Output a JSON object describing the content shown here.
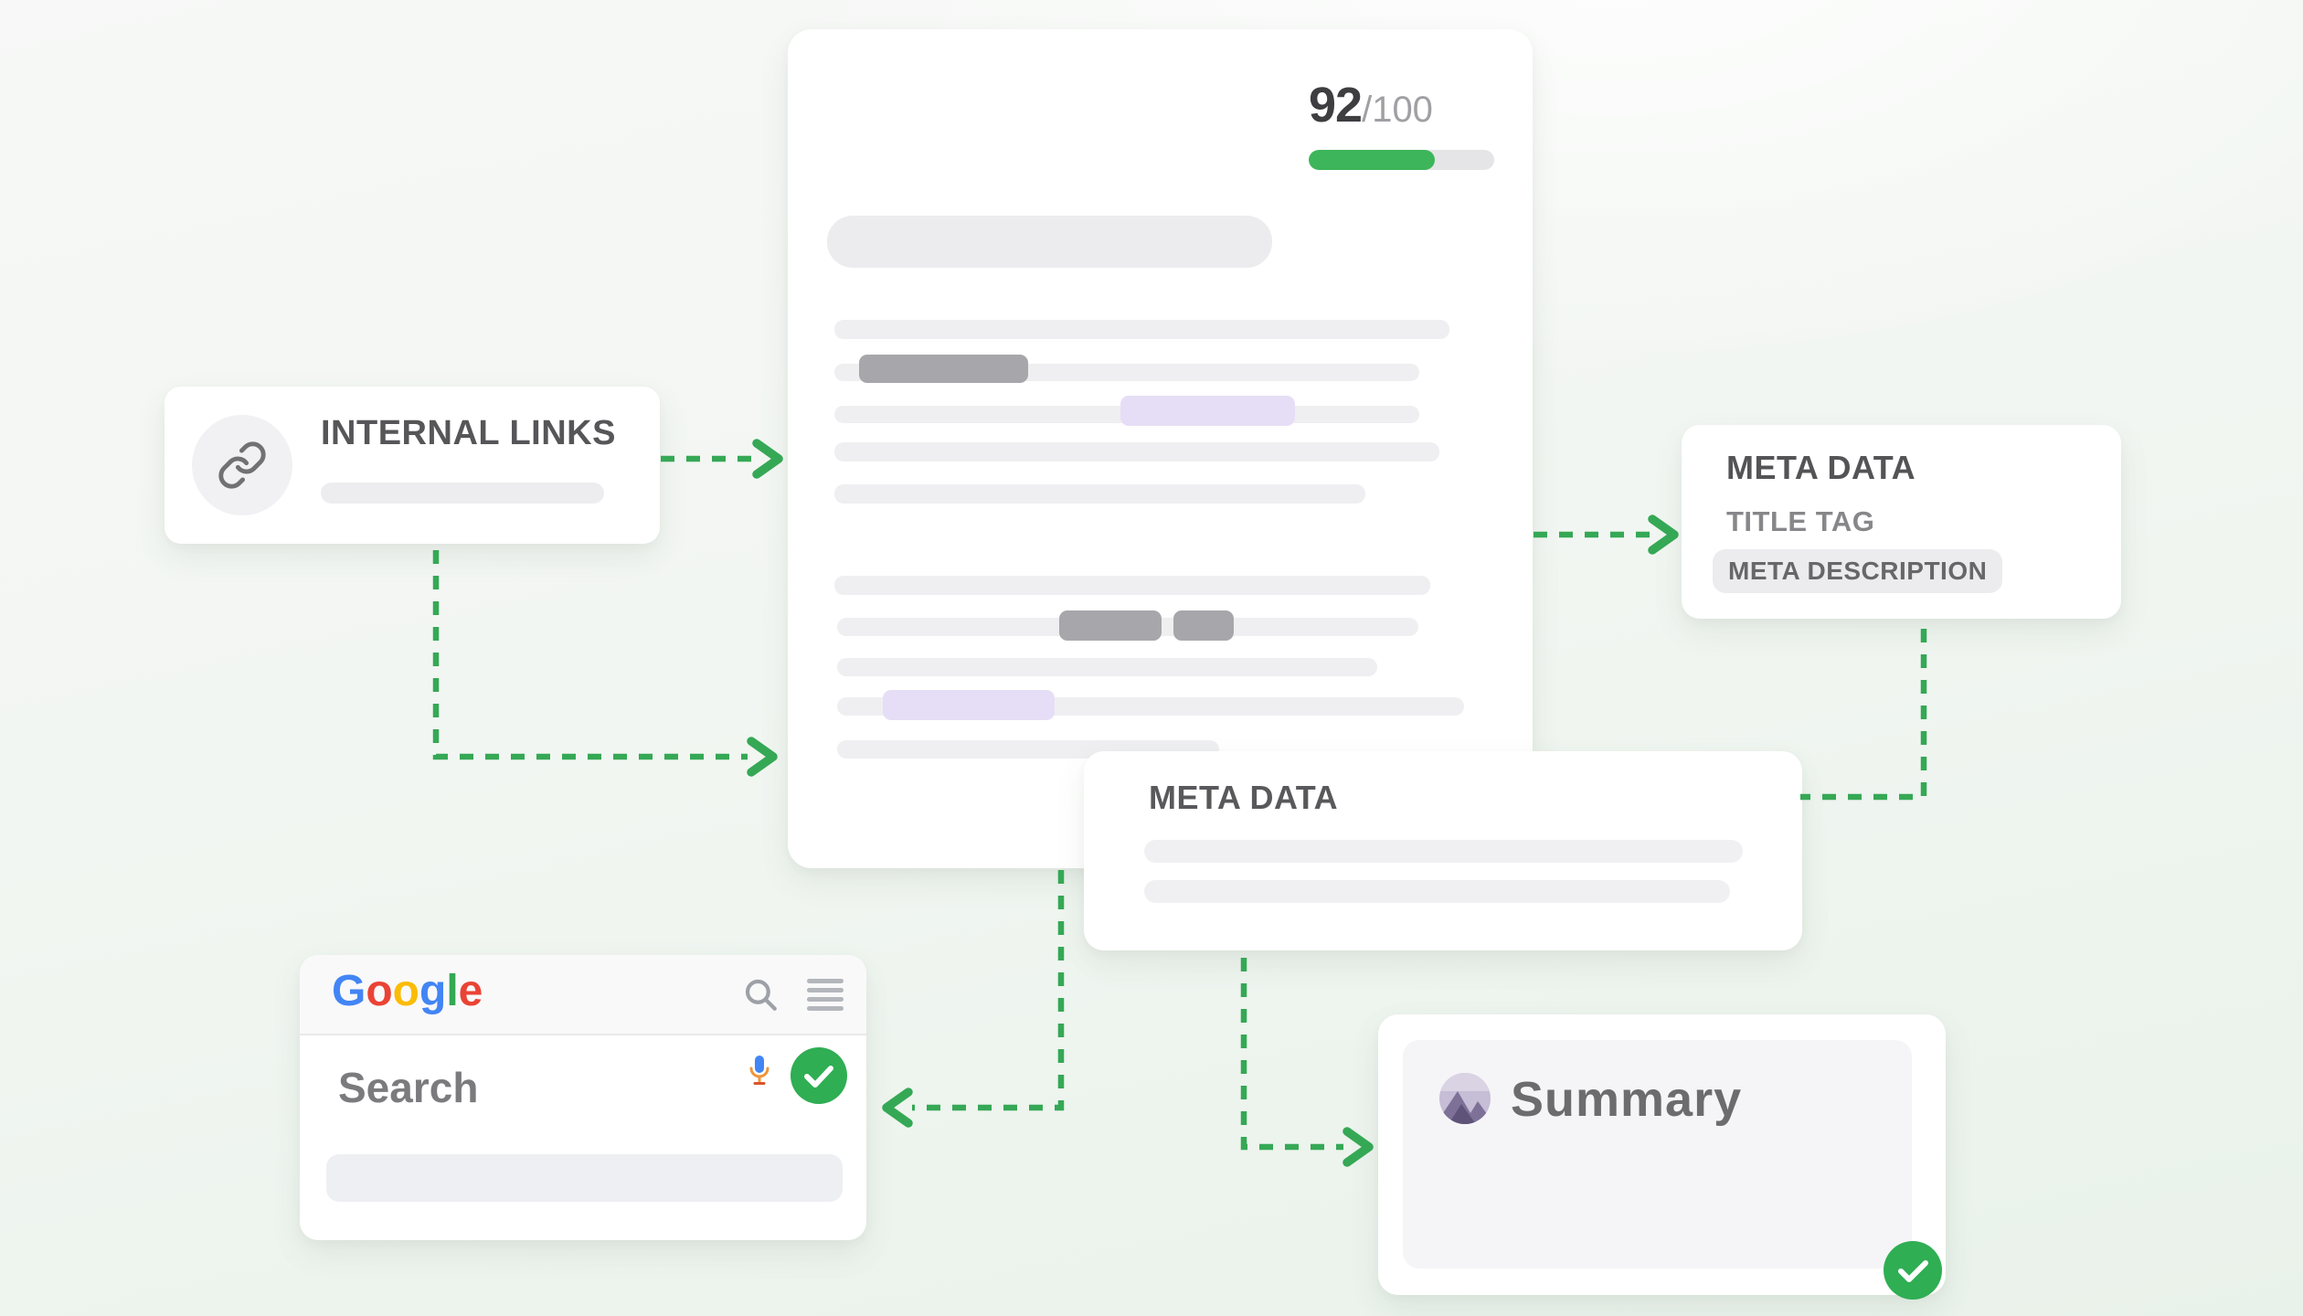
{
  "colors": {
    "accent_green": "#35a855",
    "progress_green": "#3db55a",
    "check_green": "#2fae53",
    "highlight_purple": "#e6def6",
    "skeleton_light": "#efeff1",
    "skeleton_dark": "#a6a6ab",
    "google_blue": "#4285F4",
    "google_red": "#EA4335",
    "google_yellow": "#FBBC05",
    "google_green": "#34A853"
  },
  "document_card": {
    "score_value": "92",
    "score_denominator": "/100",
    "progress_percent": 68
  },
  "internal_links_card": {
    "title": "INTERNAL LINKS",
    "icon": "link-icon"
  },
  "meta_data_card_right": {
    "title": "META DATA",
    "row_title_tag": "TITLE TAG",
    "badge_meta_description": "META DESCRIPTION"
  },
  "meta_data_card_bottom": {
    "title": "META DATA"
  },
  "google_card": {
    "logo_letters": [
      {
        "ch": "G",
        "color": "#4285F4"
      },
      {
        "ch": "o",
        "color": "#EA4335"
      },
      {
        "ch": "o",
        "color": "#FBBC05"
      },
      {
        "ch": "g",
        "color": "#4285F4"
      },
      {
        "ch": "l",
        "color": "#34A853"
      },
      {
        "ch": "e",
        "color": "#EA4335"
      }
    ],
    "search_label": "Search",
    "header_icons": [
      "search-icon",
      "menu-icon"
    ],
    "status_icon": "check-icon",
    "mic_icon": "mic-icon"
  },
  "summary_card": {
    "title": "Summary",
    "status_icon": "check-icon",
    "avatar_icon": "avatar"
  }
}
